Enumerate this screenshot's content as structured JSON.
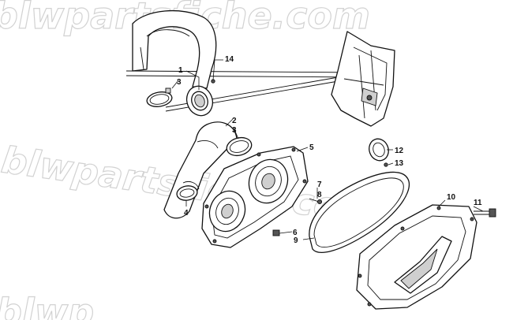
{
  "watermark": {
    "line1": "blwpartsfiche.com",
    "line2": "blwpartsfiche.com",
    "line3": "blwp"
  },
  "callouts": [
    {
      "id": "c1",
      "label": "1"
    },
    {
      "id": "c14",
      "label": "14"
    },
    {
      "id": "c3a",
      "label": "3"
    },
    {
      "id": "c2",
      "label": "2"
    },
    {
      "id": "c3b",
      "label": "3"
    },
    {
      "id": "c5",
      "label": "5"
    },
    {
      "id": "c7",
      "label": "7"
    },
    {
      "id": "c8",
      "label": "8"
    },
    {
      "id": "c4",
      "label": "4"
    },
    {
      "id": "c6",
      "label": "6"
    },
    {
      "id": "c9",
      "label": "9"
    },
    {
      "id": "c10",
      "label": "10"
    },
    {
      "id": "c11",
      "label": "11"
    },
    {
      "id": "c12",
      "label": "12"
    },
    {
      "id": "c13",
      "label": "13"
    }
  ]
}
